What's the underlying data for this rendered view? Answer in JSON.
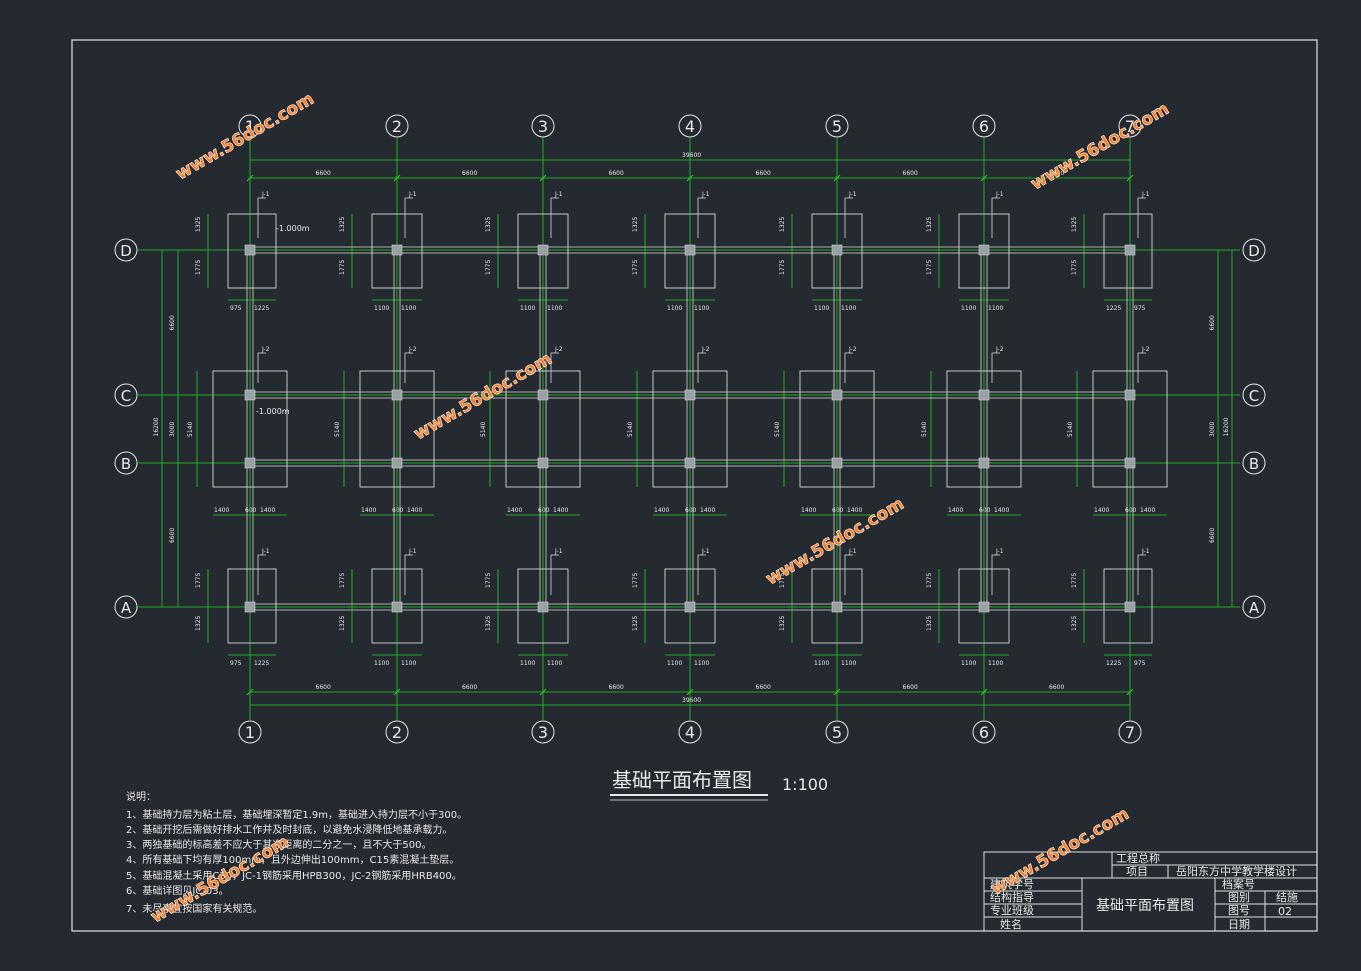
{
  "title": "基础平面布置图",
  "scale": "1:100",
  "axes": {
    "columns": [
      "1",
      "2",
      "3",
      "4",
      "5",
      "6",
      "7"
    ],
    "rows": [
      "D",
      "C",
      "B",
      "A"
    ]
  },
  "dimensions": {
    "total_length": "39600",
    "span": "6600",
    "edge_spans": [
      "6600",
      "6600",
      "6600",
      "6600",
      "6600",
      "6600"
    ],
    "total_width": "16200",
    "side_dims": [
      "6600",
      "3000",
      "6600"
    ],
    "pad_small_h": [
      "1325",
      "1775"
    ],
    "pad_small_w_end": [
      "975",
      "1225"
    ],
    "pad_small_w_mid": [
      "1100",
      "1100"
    ],
    "pad_large_h": "5140",
    "pad_large_w": [
      "1400",
      "600",
      "1400"
    ]
  },
  "footing_labels": {
    "jc1": "J-1",
    "jc2": "J-2"
  },
  "elevations": {
    "top": "-1.000m",
    "mid": "-1.000m"
  },
  "notes": {
    "heading": "说明：",
    "items": [
      "1、基础持力层为粘土层，基础埋深暂定1.9m，基础进入持力层不小于300。",
      "2、基础开挖后需做好排水工作并及时封底，以避免水浸降低地基承载力。",
      "3、两独基础的标高差不应大于其净距离的二分之一，且不大于500。",
      "4、所有基础下均有厚100mm，且外边伸出100mm，C15素混凝土垫层。",
      "5、基础混凝土采用C30，JC-1钢筋采用HPB300，JC-2钢筋采用HRB400。",
      "6、基础详图见JC-03。",
      "7、未尽事宜按国家有关规范。"
    ]
  },
  "title_block": {
    "project_label": "工程总称",
    "item_label": "项目",
    "project_name": "岳阳东方中学教学楼设计",
    "drawing_name": "基础平面布置图",
    "left_labels": [
      "建筑学号",
      "结构指导",
      "专业班级",
      "姓名"
    ],
    "right_labels": [
      "档案号",
      "图别",
      "图号",
      "日期"
    ],
    "right_values": [
      "",
      "结施",
      "02",
      ""
    ]
  },
  "watermark": "www.56doc.com",
  "colors": {
    "background": "#252a30",
    "frame": "#e0e0e0",
    "dimension": "#1fd21f",
    "gridline": "#d8d8d8",
    "text": "#e8e8e8"
  }
}
